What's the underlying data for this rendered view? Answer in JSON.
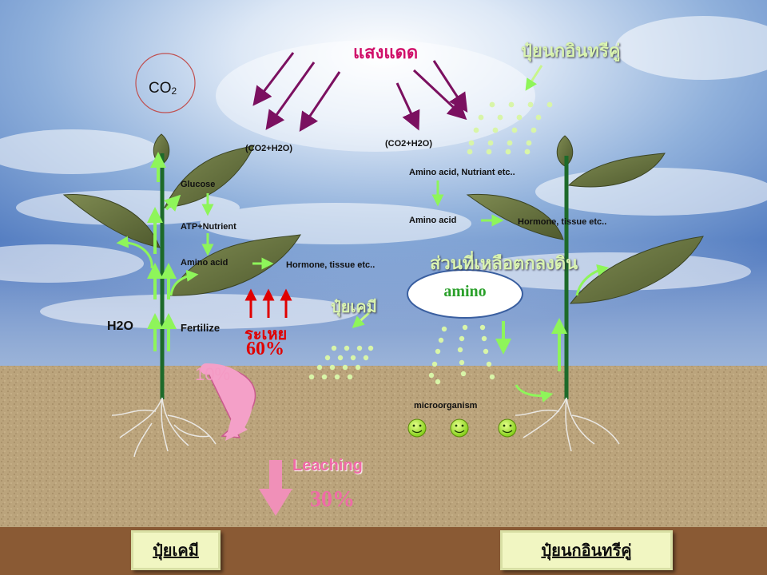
{
  "title_sunlight": "แสงแดด",
  "left": {
    "co2": "CO",
    "co2_sub": "2",
    "co2_h2o": "(CO2+H2O)",
    "glucose": "Glucose",
    "atp_nutrient": "ATP+Nutrient",
    "amino_acid": "Amino acid",
    "hormone": "Hormone, tissue etc..",
    "h2o": "H2O",
    "fertilize": "Fertilize",
    "evaporation_label": "ระเหย",
    "evaporation_pct": "60%",
    "chemical_fert_label": "ปุ๋ยเคมี",
    "uptake_pct": "10%",
    "leaching_label": "Leaching",
    "leaching_pct": "30%"
  },
  "right": {
    "organic_fert_label": "ปุ๋ยนกอินทรีคู่",
    "co2_h2o": "(CO2+H2O)",
    "amino_nutriant": "Amino acid, Nutriant etc..",
    "amino_acid": "Amino acid",
    "hormone": "Hormone, tissue etc..",
    "remaining_label": "ส่วนที่เหลือตกลงดิน",
    "amino_bubble": "amino",
    "microorganism": "microorganism"
  },
  "footer": {
    "left": "ปุ๋ยเคมี",
    "right": "ปุ๋ยนกอินทรีคู่"
  },
  "colors": {
    "sky_top": "#5a80c4",
    "soil": "#b9a27a",
    "soil_dark": "#8a5a34",
    "sun_arrow": "#7b1060",
    "green_arrow": "#8ef55a",
    "red_arrow": "#e00000",
    "pink_arrow": "#f090b8",
    "smiley": "#a8f028"
  }
}
